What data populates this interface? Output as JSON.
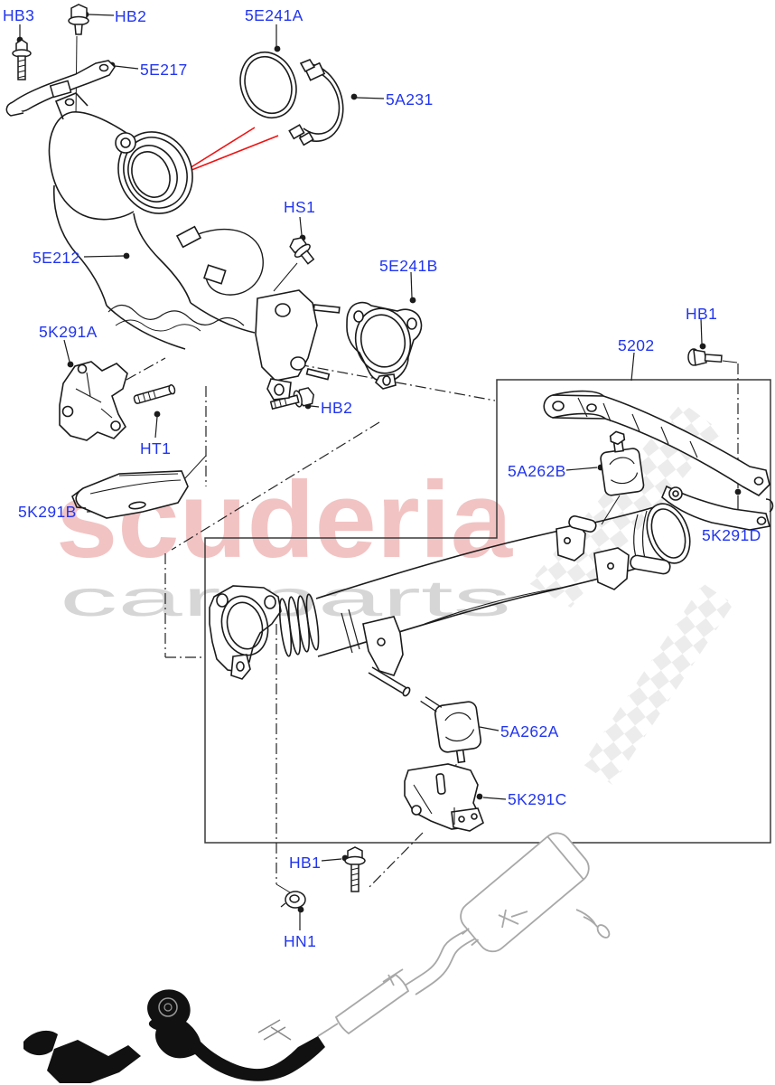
{
  "watermark": {
    "brand": "scuderia",
    "tagline": "car parts"
  },
  "colors": {
    "label_blue": "#2135ef",
    "line_black": "#1b1b1b",
    "pointer_red": "#f01212",
    "watermark_brand": "#f2c3c3",
    "watermark_tagline": "#c9c9c9",
    "checker_gray": "#dcdcdc"
  },
  "labels": [
    {
      "code": "HB3"
    },
    {
      "code": "HB2"
    },
    {
      "code": "5E241A"
    },
    {
      "code": "5E217"
    },
    {
      "code": "5A231"
    },
    {
      "code": "HS1"
    },
    {
      "code": "5E212"
    },
    {
      "code": "5E241B"
    },
    {
      "code": "5K291A"
    },
    {
      "code": "HB2"
    },
    {
      "code": "HT1"
    },
    {
      "code": "5K291B"
    },
    {
      "code": "5202"
    },
    {
      "code": "HB1"
    },
    {
      "code": "5A262B"
    },
    {
      "code": "5K291D"
    },
    {
      "code": "5A262A"
    },
    {
      "code": "5K291C"
    },
    {
      "code": "HB1"
    },
    {
      "code": "HN1"
    }
  ]
}
